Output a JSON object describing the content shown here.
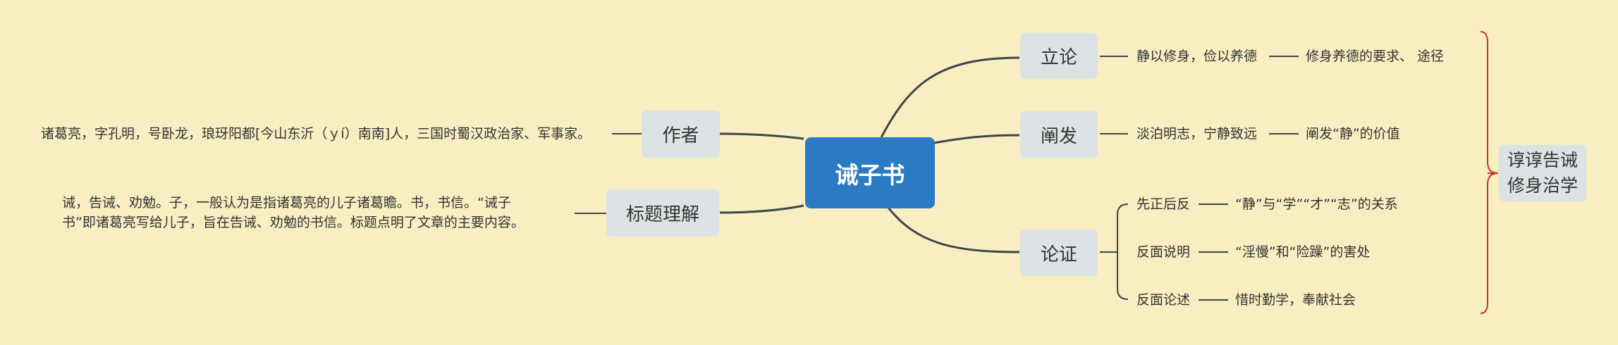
{
  "root": "诫子书",
  "left": {
    "author": {
      "label": "作者",
      "detail": "诸葛亮，字孔明，号卧龙，琅玡阳都[今山东沂（ｙí）南南]人，三国时蜀汉政治家、军事家。"
    },
    "title_meaning": {
      "label": "标题理解",
      "detail": "诫，告诫、劝勉。子，一般认为是指诸葛亮的儿子诸葛瞻。书，书信。“诫子书”即诸葛亮写给儿子，旨在告诫、劝勉的书信。标题点明了文章的主要内容。"
    }
  },
  "right": {
    "lilun": {
      "label": "立论",
      "point": "静以修身，俭以养德",
      "meaning": "修身养德的要求、 途径"
    },
    "chanfa": {
      "label": "阐发",
      "point": "淡泊明志，宁静致远",
      "meaning": "阐发“静”的价值"
    },
    "lunzheng": {
      "label": "论证",
      "items": [
        {
          "method": "先正后反",
          "meaning": "“静”与“学”“才”“志”的关系"
        },
        {
          "method": "反面说明",
          "meaning": "“淫慢”和“险躁”的害处"
        },
        {
          "method": "反面论述",
          "meaning": "惜时勤学，奉献社会"
        }
      ]
    }
  },
  "summary": {
    "line1": "谆谆告诫",
    "line2": "修身治学"
  },
  "colors": {
    "background": "#f8eec2",
    "root": "#2b7bc3",
    "node": "#dde3e4",
    "line": "#3d4548",
    "brace": "#c0392b"
  }
}
